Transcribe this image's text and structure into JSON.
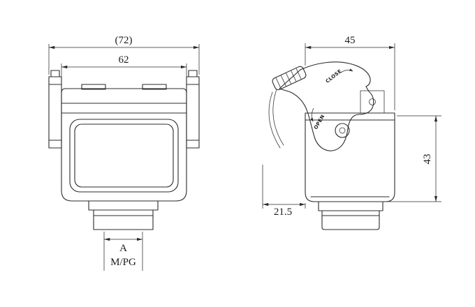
{
  "colors": {
    "line": "#2b2b2b",
    "bg": "#ffffff"
  },
  "front_view": {
    "dim_overall_width": "(72)",
    "dim_inner_width": "62",
    "callout_top": "A",
    "callout_bottom": "M/PG"
  },
  "side_view": {
    "dim_depth": "45",
    "dim_height": "43",
    "dim_lever_offset": "21.5",
    "lever_label_close": "CLOSE",
    "lever_label_open": "OPEN"
  }
}
